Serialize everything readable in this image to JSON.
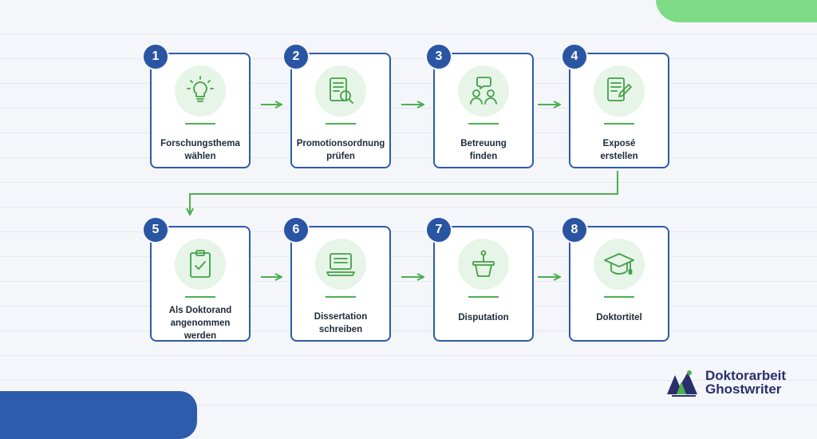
{
  "steps": [
    {
      "number": "1",
      "line1": "Forschungsthema",
      "line2": "wählen",
      "line3": "",
      "icon": "lightbulb-icon"
    },
    {
      "number": "2",
      "line1": "Promotionsordnung",
      "line2": "prüfen",
      "line3": "",
      "icon": "document-search-icon"
    },
    {
      "number": "3",
      "line1": "Betreuung",
      "line2": "finden",
      "line3": "",
      "icon": "people-chat-icon"
    },
    {
      "number": "4",
      "line1": "Exposé",
      "line2": "erstellen",
      "line3": "",
      "icon": "document-pen-icon"
    },
    {
      "number": "5",
      "line1": "Als Doktorand",
      "line2": "angenommen",
      "line3": "werden",
      "icon": "clipboard-check-icon"
    },
    {
      "number": "6",
      "line1": "Dissertation",
      "line2": "schreiben",
      "line3": "",
      "icon": "laptop-icon"
    },
    {
      "number": "7",
      "line1": "Disputation",
      "line2": "",
      "line3": "",
      "icon": "lectern-microphone-icon"
    },
    {
      "number": "8",
      "line1": "Doktortitel",
      "line2": "",
      "line3": "",
      "icon": "graduation-cap-icon"
    }
  ],
  "logo": {
    "line1": "Doktorarbeit",
    "line2": "Ghostwriter",
    "icon": "writing-hand-icon"
  },
  "colors": {
    "card_border": "#2e5aa8",
    "badge": "#2a55a3",
    "accent_green": "#4caf50",
    "icon_bg": "#e6f5e7",
    "top_blob": "#7fdb86",
    "bottom_blob": "#2c5cab"
  }
}
